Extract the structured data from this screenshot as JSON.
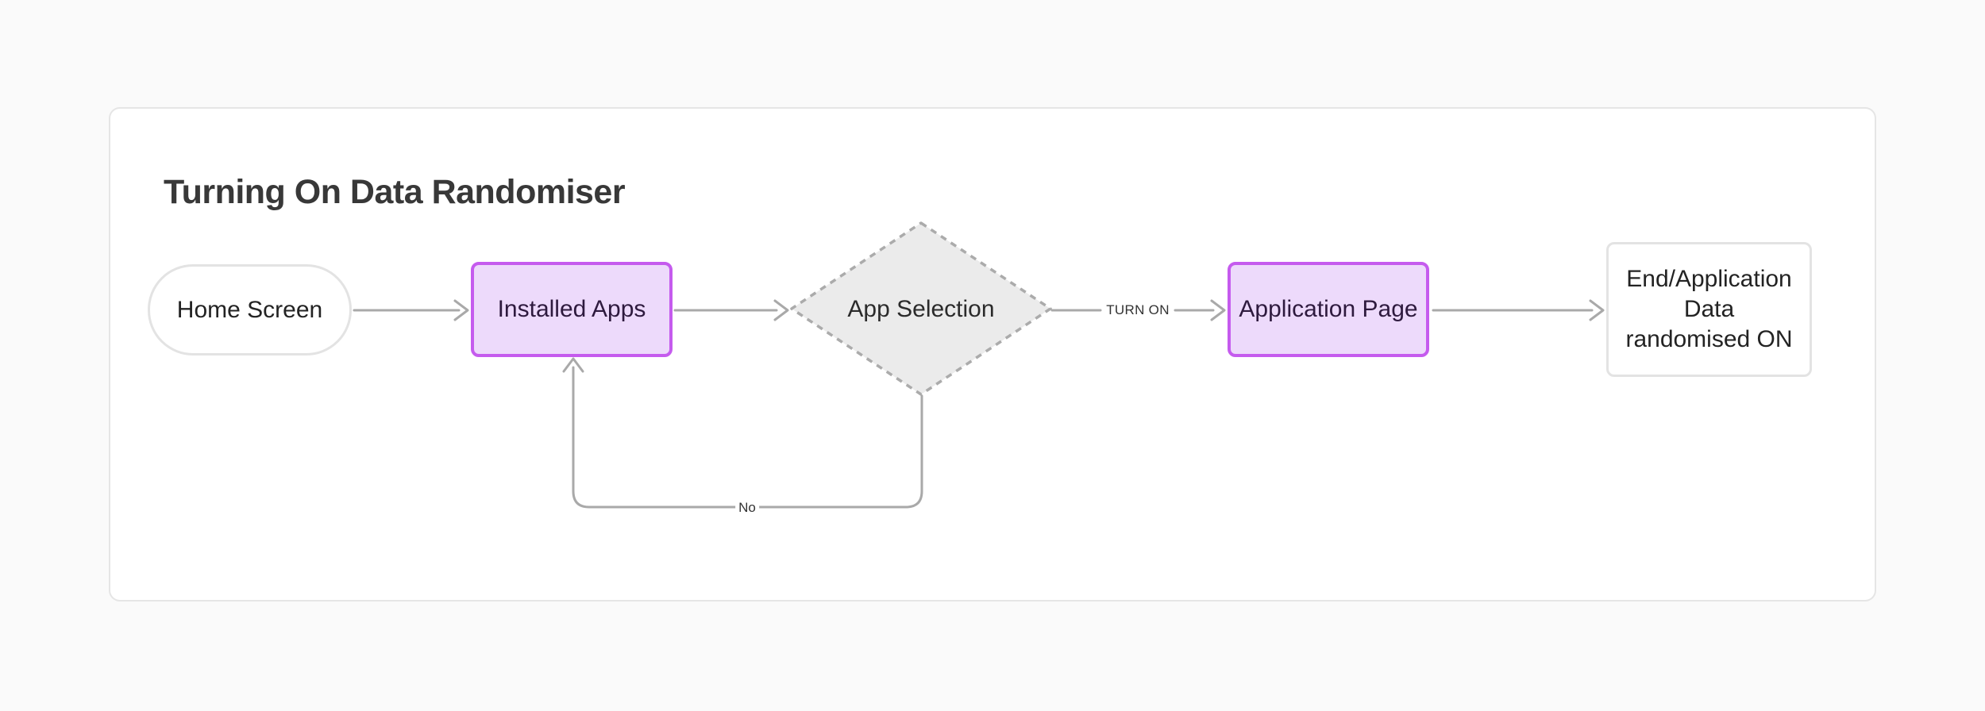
{
  "diagram": {
    "title": "Turning On Data Randomiser",
    "nodes": [
      {
        "id": "home-screen",
        "type": "terminal-rounded",
        "label": "Home Screen"
      },
      {
        "id": "installed-apps",
        "type": "process-highlighted",
        "label": "Installed Apps"
      },
      {
        "id": "app-selection",
        "type": "decision-diamond",
        "label": "App Selection"
      },
      {
        "id": "application-page",
        "type": "process-highlighted",
        "label": "Application Page"
      },
      {
        "id": "end",
        "type": "terminal-rect",
        "label": "End/Application Data randomised ON"
      }
    ],
    "edges": [
      {
        "from": "home-screen",
        "to": "installed-apps",
        "label": ""
      },
      {
        "from": "installed-apps",
        "to": "app-selection",
        "label": ""
      },
      {
        "from": "app-selection",
        "to": "application-page",
        "label": "TURN ON"
      },
      {
        "from": "application-page",
        "to": "end",
        "label": ""
      },
      {
        "from": "app-selection",
        "to": "installed-apps",
        "label": "No"
      }
    ],
    "colors": {
      "accent_purple_border": "#c55bee",
      "accent_purple_fill": "#eddafb",
      "connector_gray": "#a9a9a9",
      "diamond_fill": "#ebebeb",
      "diamond_stroke": "#ababab",
      "card_border": "#e5e5e5",
      "title_text": "#383838"
    }
  }
}
